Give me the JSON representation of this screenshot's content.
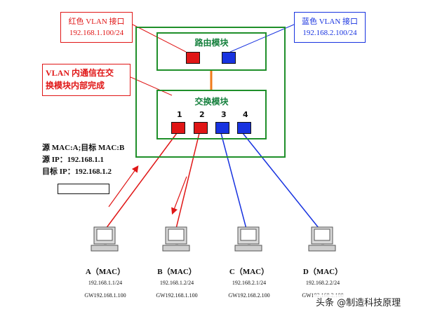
{
  "routing_module": {
    "label": "路由模块"
  },
  "switching_module": {
    "label": "交换模块",
    "ports": [
      {
        "number": "1",
        "color": "red"
      },
      {
        "number": "2",
        "color": "red"
      },
      {
        "number": "3",
        "color": "blue"
      },
      {
        "number": "4",
        "color": "blue"
      }
    ]
  },
  "red_vlan": {
    "title": "红色 VLAN 接口",
    "ip": "192.168.1.100/24",
    "color": "#e01616"
  },
  "blue_vlan": {
    "title": "蓝色 VLAN 接口",
    "ip": "192.168.2.100/24",
    "color": "#1833e0"
  },
  "vlan_note": {
    "line1": "VLAN 内通信在交",
    "line2": "换模块内部完成"
  },
  "packet": {
    "line1": "源 MAC:A;目标 MAC:B",
    "line2": "源 IP：192.168.1.1",
    "line3": "目标 IP：192.168.1.2"
  },
  "hosts": [
    {
      "name": "A（MAC）",
      "ip": "192.168.1.1/24",
      "gw": "GW192.168.1.100"
    },
    {
      "name": "B（MAC）",
      "ip": "192.168.1.2/24",
      "gw": "GW192.168.1.100"
    },
    {
      "name": "C（MAC）",
      "ip": "192.168.2.1/24",
      "gw": "GW192.168.2.100"
    },
    {
      "name": "D（MAC）",
      "ip": "192.168.2.2/24",
      "gw": "GW192.168.2.100"
    }
  ],
  "watermark": "头条 @制造科技原理",
  "colors": {
    "green": "#1f8f2a",
    "red": "#e01616",
    "blue": "#1833e0",
    "orange": "#f07a1a"
  }
}
